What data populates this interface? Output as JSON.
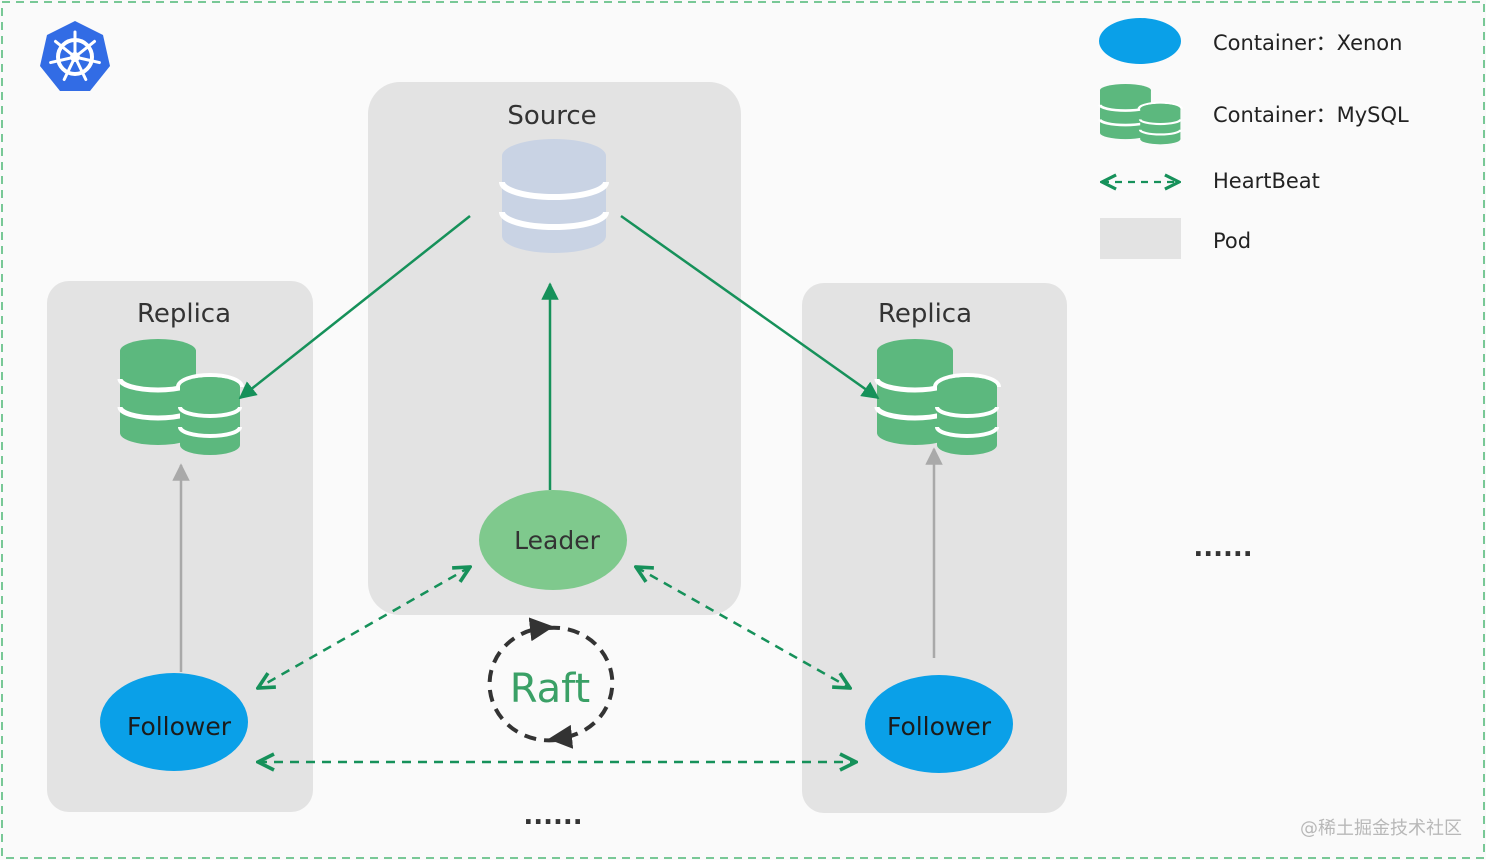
{
  "diagram": {
    "source_label": "Source",
    "replica_left_label": "Replica",
    "replica_right_label": "Replica",
    "leader_label": "Leader",
    "follower_left_label": "Follower",
    "follower_right_label": "Follower",
    "raft_label": "Raft",
    "more_pods_right": "......",
    "more_pods_bottom": "......"
  },
  "legend": {
    "xenon_label": "Container：Xenon",
    "mysql_label": "Container：MySQL",
    "heartbeat_label": "HeartBeat",
    "pod_label": "Pod"
  },
  "watermark": "@稀土掘金技术社区",
  "colors": {
    "pod_gray": "#e3e3e3",
    "xenon_blue": "#0aa0e8",
    "mysql_green": "#5cb87e",
    "leader_green": "#7fc98d",
    "arrow_green": "#16915a",
    "frame_green": "#78c896",
    "source_db_blue": "#c9d3e4",
    "k8s_blue": "#326ce5"
  },
  "icons": [
    "kubernetes-logo-icon",
    "database-icon",
    "mysql-containers-icon",
    "heartbeat-arrow-icon"
  ]
}
